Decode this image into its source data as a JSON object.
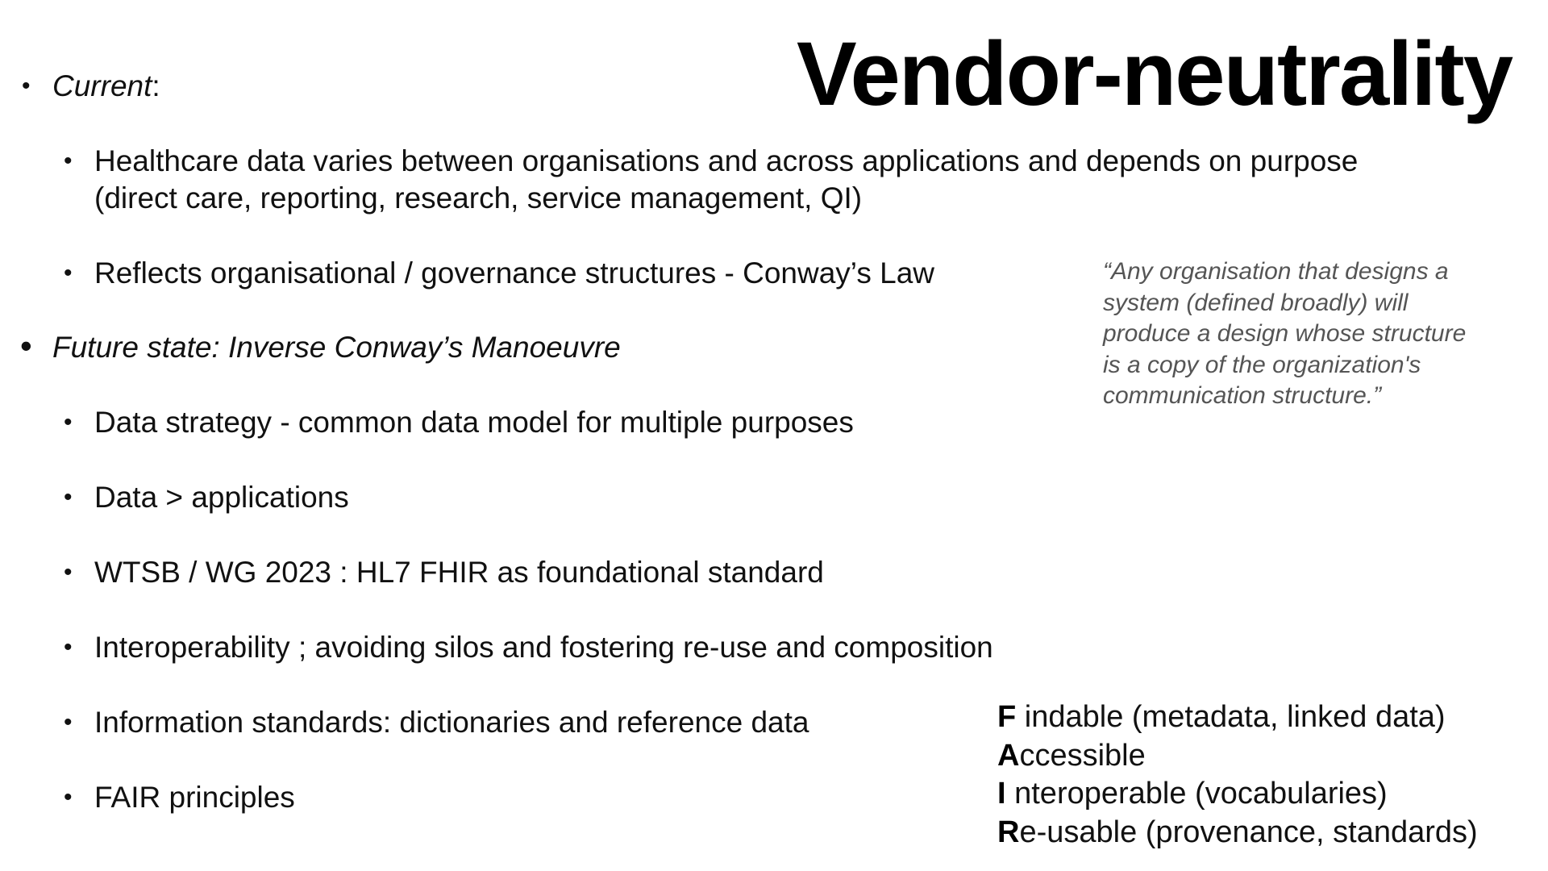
{
  "slide": {
    "title": "Vendor-neutrality",
    "bullet_glyph": "•",
    "current": {
      "label": "Current",
      "colon": ":",
      "items": [
        "Healthcare data varies between organisations and across applications and depends on purpose",
        "(direct care, reporting, research, service management, QI)",
        "Reflects organisational / governance structures - Conway’s Law"
      ]
    },
    "future": {
      "label": "Future state: Inverse Conway’s Manoeuvre",
      "items": [
        "Data strategy - common data model for multiple purposes",
        "Data > applications",
        "WTSB / WG 2023 : HL7 FHIR as foundational standard",
        "Interoperability ; avoiding silos and fostering re-use and composition",
        "Information standards: dictionaries and reference data",
        "FAIR principles"
      ]
    },
    "quote": {
      "lines": [
        "“Any organisation that designs a",
        "system (defined broadly) will",
        "produce a design whose structure",
        "is a copy of the organization's",
        "communication structure.”"
      ]
    },
    "fair": [
      {
        "letter": "F",
        "rest": " indable (metadata, linked data)"
      },
      {
        "letter": "A",
        "rest": "ccessible"
      },
      {
        "letter": "I",
        "rest": " nteroperable (vocabularies)"
      },
      {
        "letter": "R",
        "rest": "e-usable (provenance, standards)"
      }
    ]
  }
}
